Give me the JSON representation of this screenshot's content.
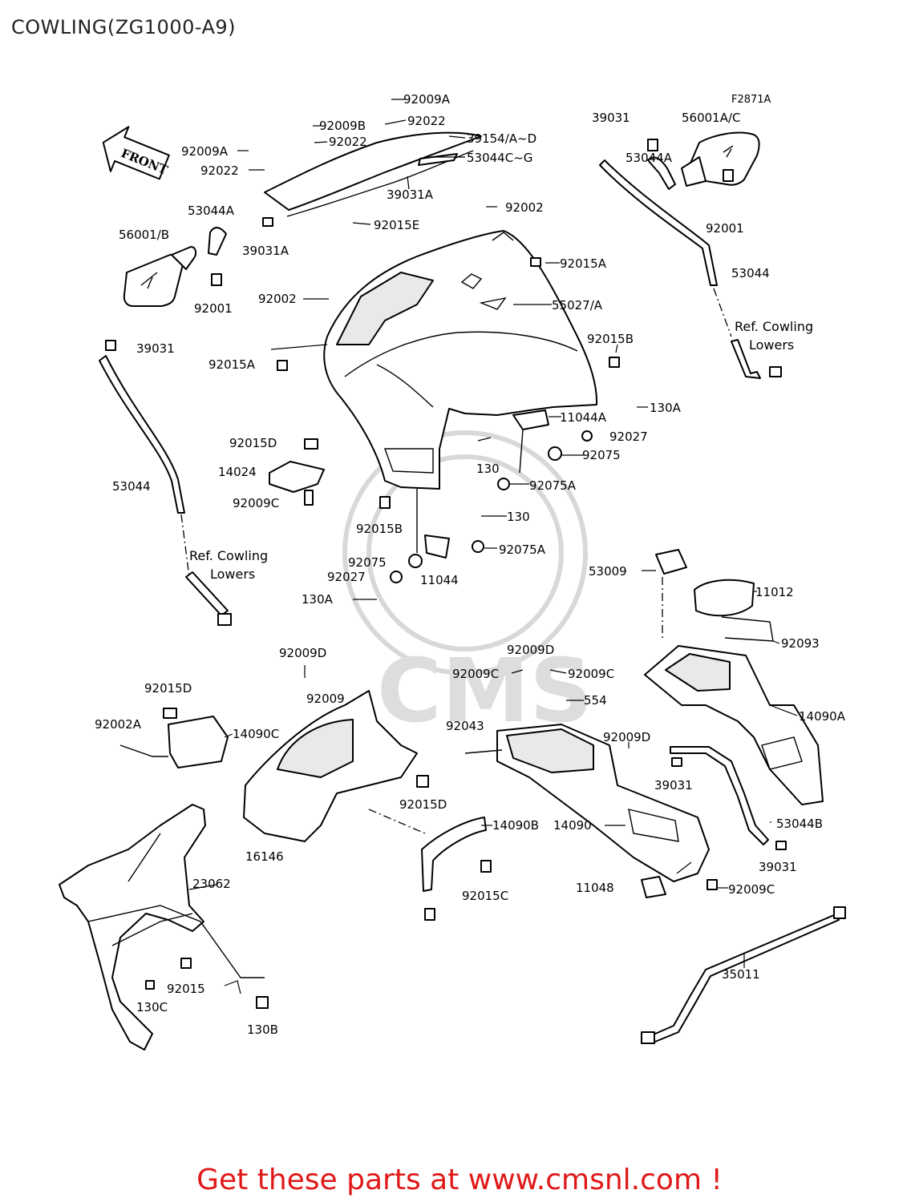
{
  "title": "COWLING(ZG1000-A9)",
  "figure_code": "F2871A",
  "front_arrow": "FRONT",
  "footer": "Get these parts at www.cmsnl.com !",
  "watermark": "CMS",
  "refs": {
    "ref_left": [
      "Ref. Cowling",
      "Lowers"
    ],
    "ref_right": [
      "Ref. Cowling",
      "Lowers"
    ]
  },
  "labels": [
    "92009A",
    "92022",
    "92009B",
    "39154/A~D",
    "92022",
    "53044C~G",
    "92009A",
    "92022",
    "39031A",
    "53044A",
    "92015E",
    "56001/B",
    "39031A",
    "92001",
    "39031",
    "56001A/C",
    "53044A",
    "92001",
    "92002",
    "92015A",
    "55027/A",
    "53044",
    "92002",
    "92015B",
    "39031",
    "92015A",
    "130A",
    "11044A",
    "92027",
    "92015D",
    "130",
    "92075",
    "14024",
    "92075A",
    "53044",
    "92009C",
    "92015B",
    "130",
    "92075",
    "92075A",
    "92027",
    "11044",
    "130A",
    "53009",
    "11012",
    "92093",
    "92009D",
    "92009D",
    "92009C",
    "92009C",
    "92015D",
    "92009",
    "554",
    "14090A",
    "92002A",
    "14090C",
    "92043",
    "92009D",
    "39031",
    "92015D",
    "14090B",
    "14090",
    "53044B",
    "16146",
    "39031",
    "23062",
    "11048",
    "92009C",
    "92015C",
    "35011",
    "92015",
    "130C",
    "130B"
  ]
}
